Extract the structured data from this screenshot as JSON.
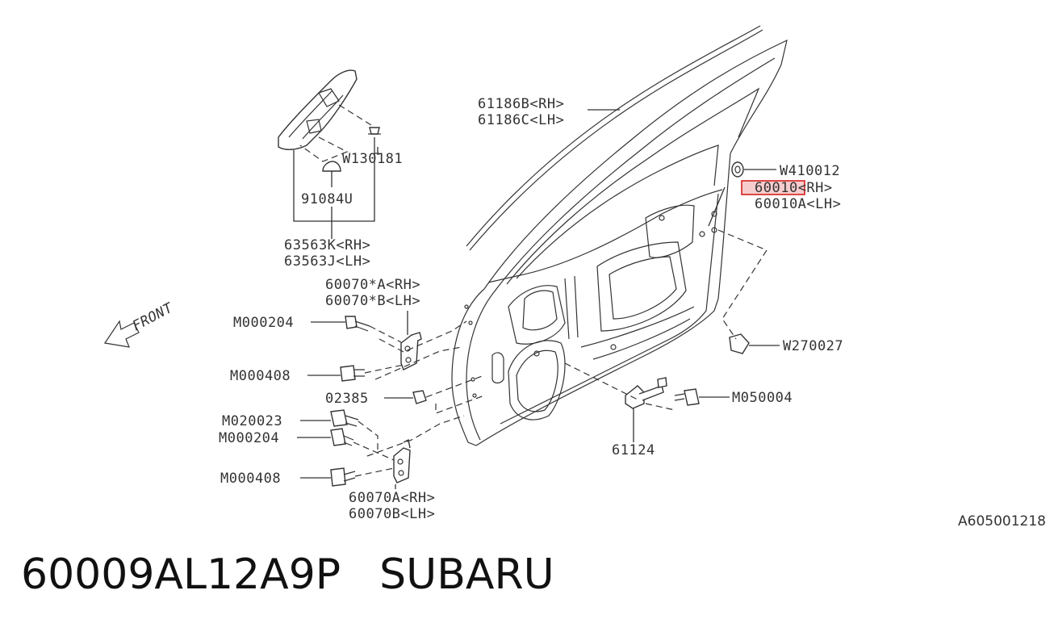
{
  "diagram": {
    "labels": {
      "weatherstrip_rh": "61186B<RH>",
      "weatherstrip_lh": "61186C<LH>",
      "clip_w410012": "W410012",
      "door_panel_rh": "60010<RH>",
      "door_panel_rh_code": "60010",
      "door_panel_rh_side": "<RH>",
      "door_panel_lh": "60010A<LH>",
      "clip_w270027": "W270027",
      "bolt_m050004": "M050004",
      "checker_61124": "61124",
      "clip_w130181": "W130181",
      "grommet_91084u": "91084U",
      "cover_rh": "63563K<RH>",
      "cover_lh": "63563J<LH>",
      "upper_hinge_rh": "60070*A<RH>",
      "upper_hinge_lh": "60070*B<LH>",
      "lower_hinge_rh": "60070A<RH>",
      "lower_hinge_lh": "60070B<LH>",
      "bolt_m000204_upper": "M000204",
      "bolt_m000408_upper": "M000408",
      "nut_02385": "02385",
      "bolt_m020023": "M020023",
      "bolt_m000204_lower": "M000204",
      "bolt_m000408_lower": "M000408",
      "front_direction": "FRONT"
    },
    "highlight_color": "#d62020",
    "diagram_code": "A605001218"
  },
  "footer": {
    "part_number": "60009AL12A9P",
    "brand": "SUBARU"
  }
}
